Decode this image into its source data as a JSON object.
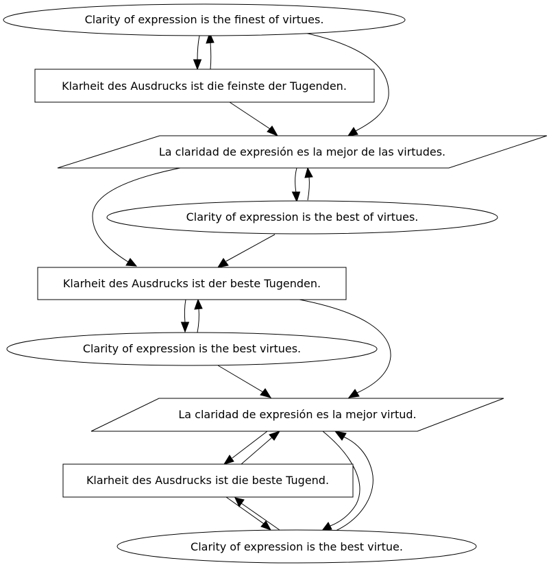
{
  "diagram": {
    "nodes": [
      {
        "id": "n1",
        "shape": "ellipse",
        "label": "Clarity of expression is the finest of virtues."
      },
      {
        "id": "n2",
        "shape": "box",
        "label": "Klarheit des Ausdrucks ist die feinste der Tugenden."
      },
      {
        "id": "n3",
        "shape": "parallelogram",
        "label": "La claridad de expresión es la mejor de las virtudes."
      },
      {
        "id": "n4",
        "shape": "ellipse",
        "label": "Clarity of expression is the best of virtues."
      },
      {
        "id": "n5",
        "shape": "box",
        "label": "Klarheit des Ausdrucks ist der beste Tugenden."
      },
      {
        "id": "n6",
        "shape": "ellipse",
        "label": "Clarity of expression is the best virtues."
      },
      {
        "id": "n7",
        "shape": "parallelogram",
        "label": "La claridad de expresión es la mejor virtud."
      },
      {
        "id": "n8",
        "shape": "box",
        "label": "Klarheit des Ausdrucks ist die beste Tugend."
      },
      {
        "id": "n9",
        "shape": "ellipse",
        "label": "Clarity of expression is the best virtue."
      }
    ],
    "edges": [
      {
        "from": "n1",
        "to": "n2"
      },
      {
        "from": "n2",
        "to": "n1"
      },
      {
        "from": "n1",
        "to": "n3"
      },
      {
        "from": "n2",
        "to": "n3"
      },
      {
        "from": "n3",
        "to": "n4"
      },
      {
        "from": "n4",
        "to": "n3"
      },
      {
        "from": "n3",
        "to": "n5"
      },
      {
        "from": "n4",
        "to": "n5"
      },
      {
        "from": "n5",
        "to": "n6"
      },
      {
        "from": "n6",
        "to": "n5"
      },
      {
        "from": "n5",
        "to": "n7"
      },
      {
        "from": "n6",
        "to": "n7"
      },
      {
        "from": "n7",
        "to": "n8"
      },
      {
        "from": "n8",
        "to": "n7"
      },
      {
        "from": "n7",
        "to": "n9"
      },
      {
        "from": "n9",
        "to": "n7"
      },
      {
        "from": "n8",
        "to": "n9"
      },
      {
        "from": "n9",
        "to": "n8"
      }
    ]
  }
}
